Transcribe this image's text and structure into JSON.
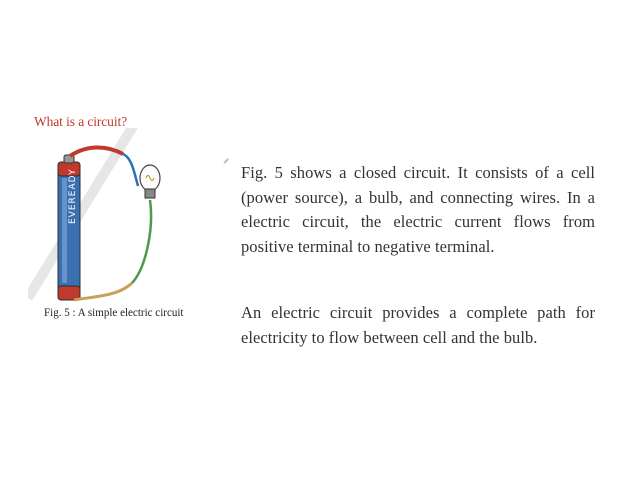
{
  "heading": "What is a circuit?",
  "figure": {
    "caption": "Fig. 5 : A simple electric circuit",
    "battery_label": "EVEREADY",
    "colors": {
      "battery_body": "#3a6fb0",
      "battery_band": "#c0392b",
      "wire_red": "#c0392b",
      "wire_blue": "#2a6fb8",
      "wire_green": "#4a9a4a",
      "bulb_outline": "#444"
    }
  },
  "paragraphs": [
    "Fig. 5 shows a closed circuit. It consists of a cell (power source), a bulb, and connecting wires. In a electric circuit, the electric current flows from positive terminal to negative terminal.",
    "An electric circuit provides a complete path for electricity to flow between cell and the bulb."
  ]
}
